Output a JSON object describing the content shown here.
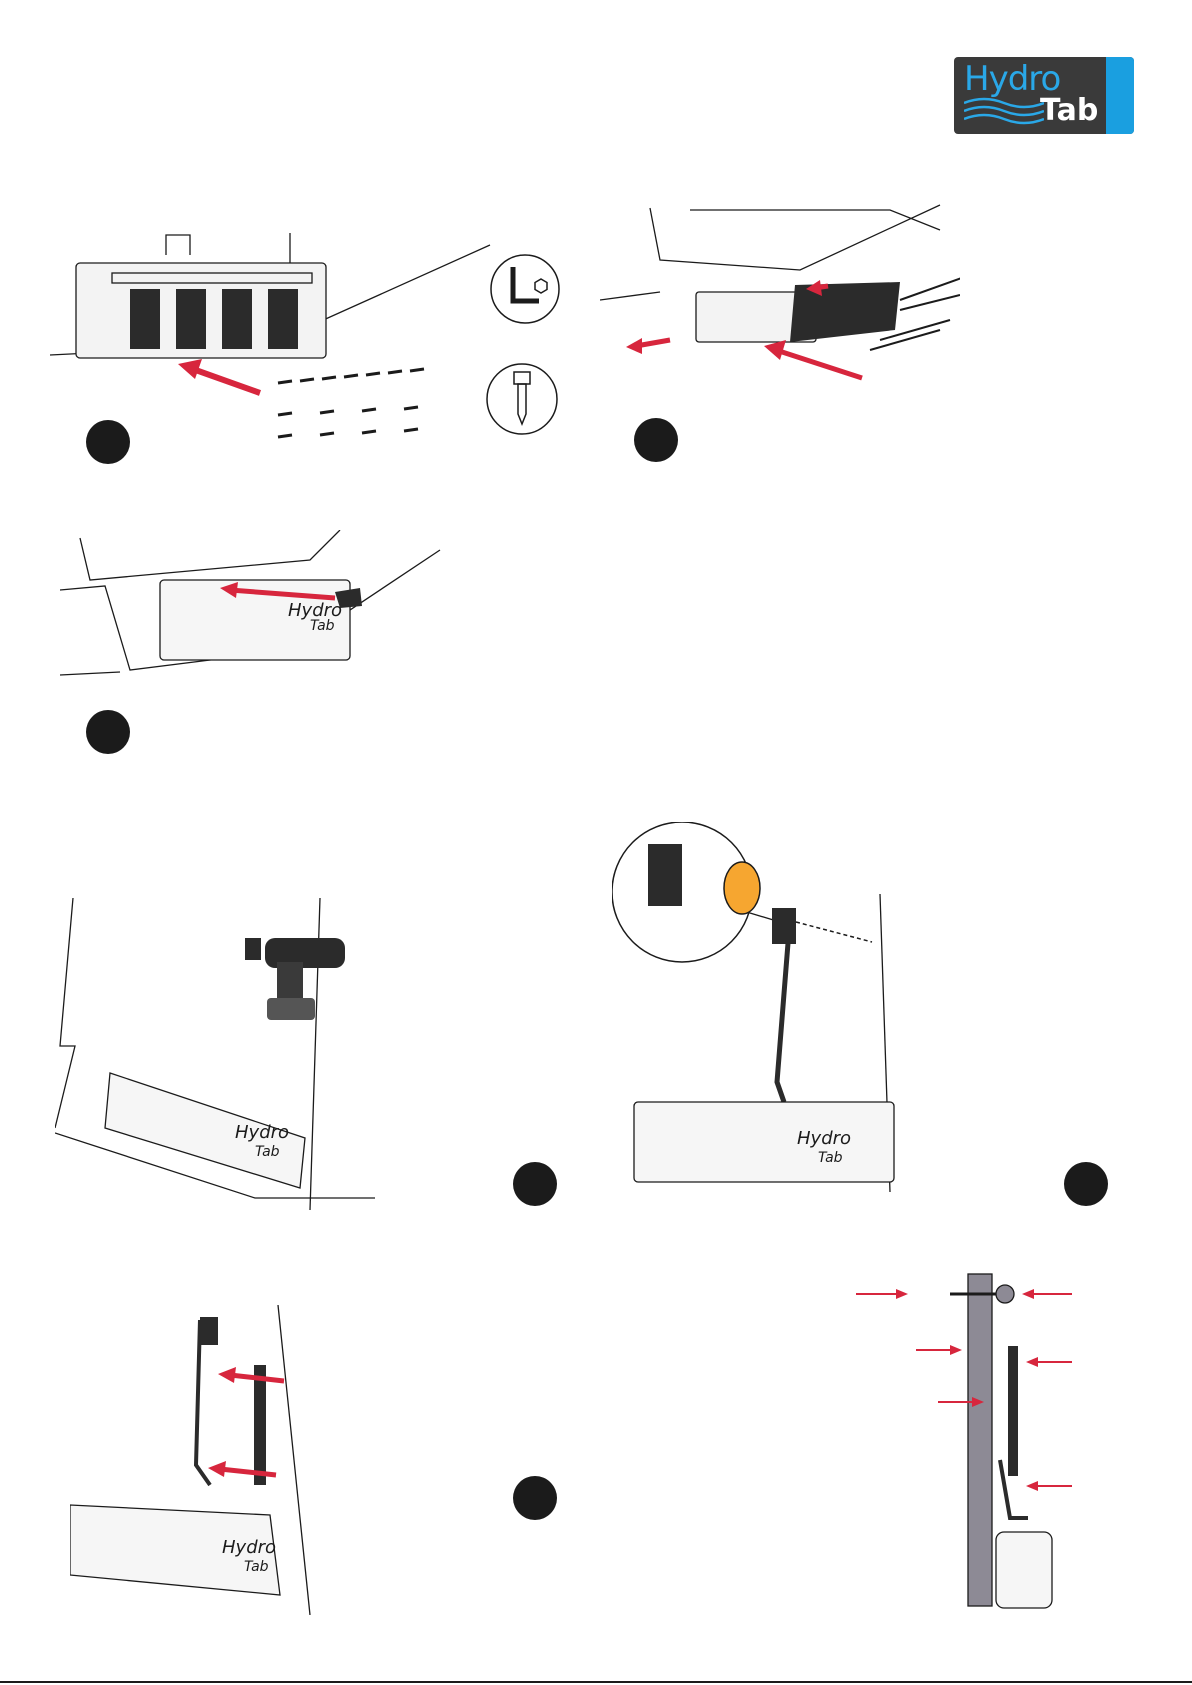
{
  "brand": {
    "line1": "Hydro",
    "line2": "Tab",
    "colors": {
      "dark": "#3a3a3a",
      "accent": "#1a9fe0",
      "text": "#ffffff"
    }
  },
  "steps": [
    {
      "id": "step-a",
      "icons": [
        "hex-key-icon",
        "screw-icon"
      ]
    },
    {
      "id": "step-b",
      "icons": []
    },
    {
      "id": "step-c",
      "icons": []
    },
    {
      "id": "step-d",
      "icons": [
        "drill-icon"
      ]
    },
    {
      "id": "step-e",
      "icons": [
        "sealant-icon"
      ]
    },
    {
      "id": "step-f",
      "icons": []
    },
    {
      "id": "step-g",
      "icons": [
        "cross-section-icon"
      ]
    }
  ],
  "illustration_labels": {
    "actuator_brand_line1": "Hydro",
    "actuator_brand_line2": "Tab"
  },
  "colors": {
    "arrow": "#d7263d",
    "line": "#1b1b1b",
    "hull": "#8d8a95"
  }
}
